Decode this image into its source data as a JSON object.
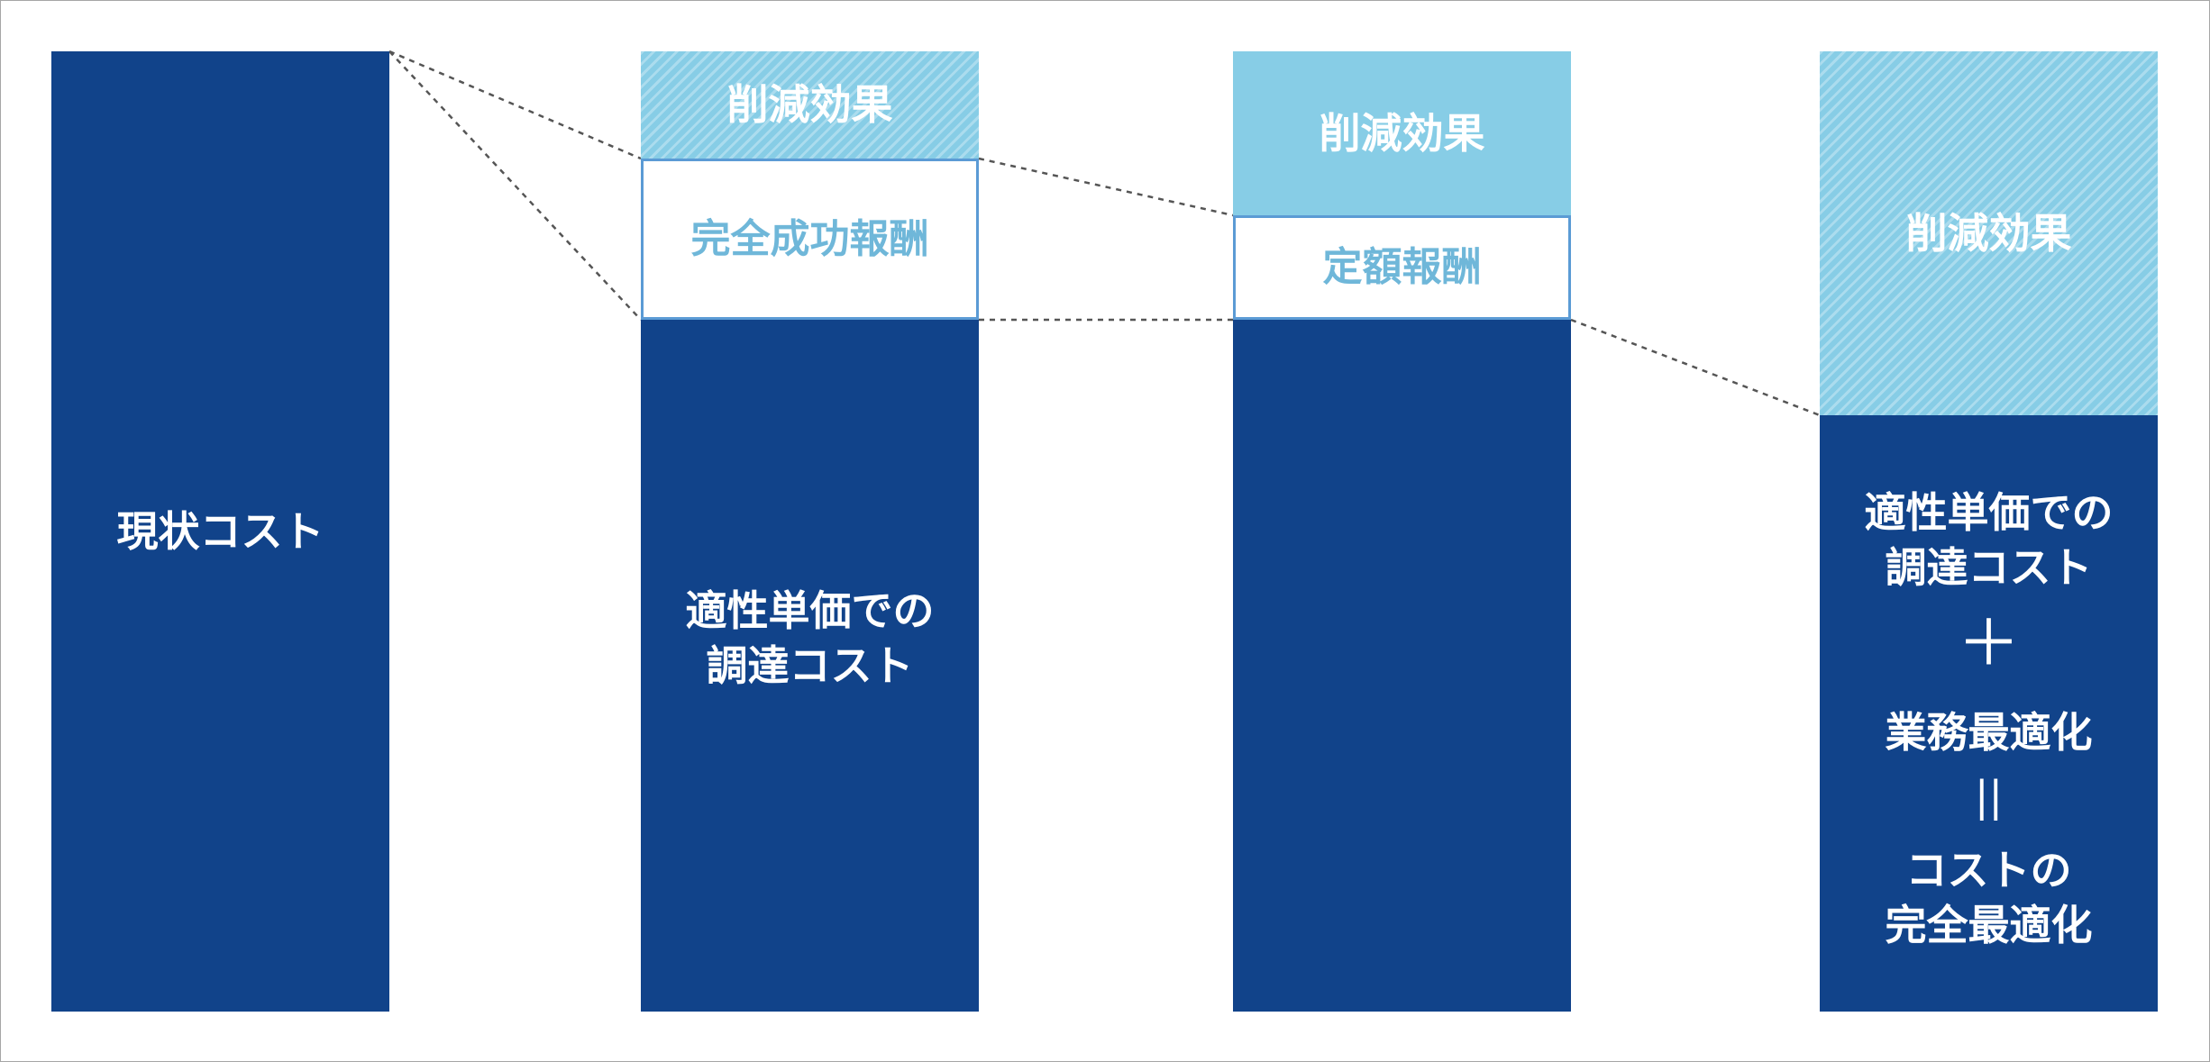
{
  "columns": {
    "current": {
      "label": "現状コスト"
    },
    "success_fee": {
      "reduction": "削減効果",
      "fee": "完全成功報酬",
      "base_line1": "適性単価での",
      "base_line2": "調達コスト"
    },
    "fixed_fee": {
      "reduction": "削減効果",
      "fee": "定額報酬"
    },
    "optimized": {
      "reduction": "削減効果",
      "base_line1": "適性単価での",
      "base_line2": "調達コスト",
      "plus": "＋",
      "ops": "業務最適化",
      "equals": "||",
      "result_line1": "コストの",
      "result_line2": "完全最適化"
    }
  },
  "colors": {
    "navy": "#11438a",
    "light_blue": "#87cde6",
    "fee_text": "#6fb7d9",
    "fee_border": "#5b9bd5",
    "connector": "#555555"
  }
}
